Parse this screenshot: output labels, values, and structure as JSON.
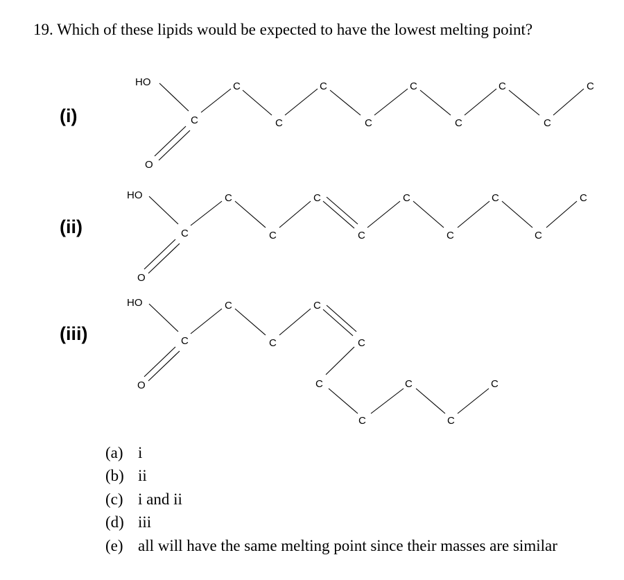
{
  "question": {
    "text": "19. Which of these lipids would be expected to have the lowest melting point?"
  },
  "structures": [
    {
      "roman": "(i)"
    },
    {
      "roman": "(ii)"
    },
    {
      "roman": "(iii)"
    }
  ],
  "atom_labels": {
    "hydroxyl": "HO",
    "carbonyl_oxygen": "O",
    "carbon": "C"
  },
  "options": [
    {
      "letter": "(a)",
      "text": "i"
    },
    {
      "letter": "(b)",
      "text": "ii"
    },
    {
      "letter": "(c)",
      "text": "i and ii"
    },
    {
      "letter": "(d)",
      "text": "iii"
    },
    {
      "letter": "(e)",
      "text": "all will have the same melting point since their masses are similar"
    }
  ]
}
